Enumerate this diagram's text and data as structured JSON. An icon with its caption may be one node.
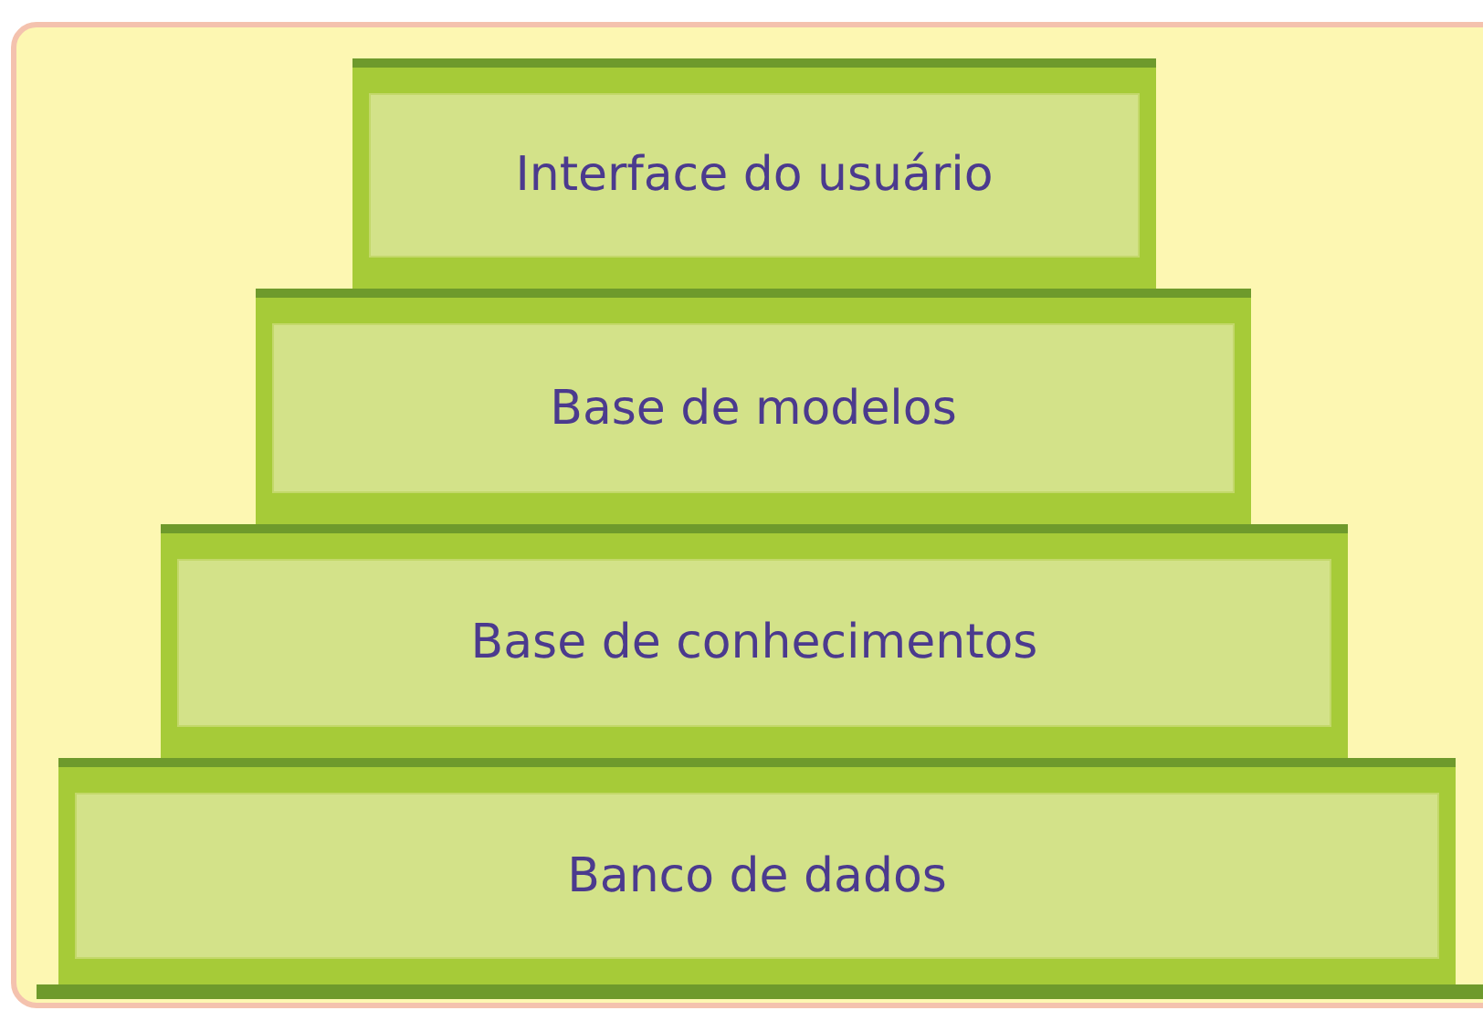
{
  "diagram": {
    "nodes": [
      {
        "text": [
          "Interface do usuário"
        ]
      },
      {
        "text": [
          "Base de modelos"
        ]
      },
      {
        "text": [
          "Base de conhecimentos"
        ]
      },
      {
        "text": [
          "Banco de dados"
        ]
      }
    ]
  }
}
